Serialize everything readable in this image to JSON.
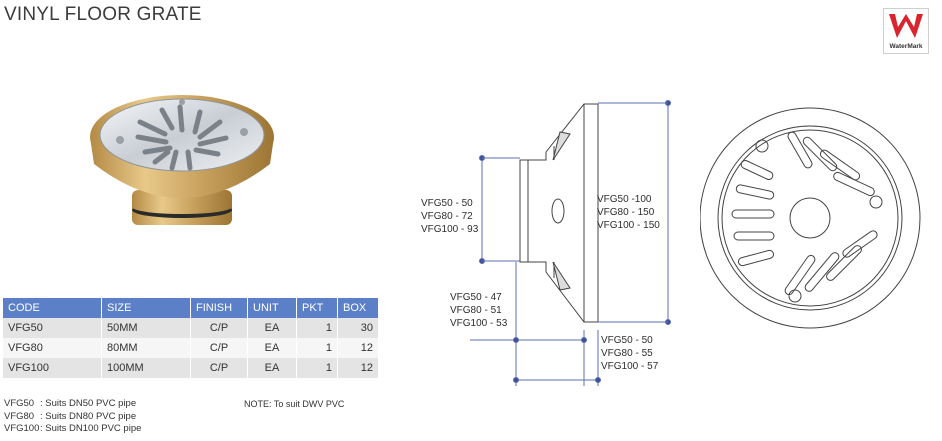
{
  "title": "VINYL FLOOR GRATE",
  "logo": {
    "text": "WaterMark"
  },
  "table": {
    "headers": [
      "CODE",
      "SIZE",
      "FINISH",
      "UNIT",
      "PKT",
      "BOX"
    ],
    "rows": [
      [
        "VFG50",
        "50MM",
        "C/P",
        "EA",
        "1",
        "30"
      ],
      [
        "VFG80",
        "80MM",
        "C/P",
        "EA",
        "1",
        "12"
      ],
      [
        "VFG100",
        "100MM",
        "C/P",
        "EA",
        "1",
        "12"
      ]
    ]
  },
  "note": "NOTE: To suit DWV PVC",
  "suits": [
    {
      "code": "VFG50",
      "text": ": Suits DN50 PVC pipe"
    },
    {
      "code": "VFG80",
      "text": ": Suits DN80 PVC pipe"
    },
    {
      "code": "VFG100",
      "text": ": Suits DN100 PVC pipe"
    }
  ],
  "dims": {
    "pipe_od": [
      "VFG50 - 50",
      "VFG80 - 72",
      "VFG100 - 93"
    ],
    "depth": [
      "VFG50 - 47",
      "VFG80 - 51",
      "VFG100 - 53"
    ],
    "flange_dia": [
      "VFG50 -100",
      "VFG80 - 150",
      "VFG100 - 150"
    ],
    "overall_height": [
      "VFG50 - 50",
      "VFG80 - 55",
      "VFG100 - 57"
    ]
  },
  "colors": {
    "header_bg": "#5b80c7",
    "dim_line": "#5a6fb5",
    "brass": "#c8a15a"
  }
}
